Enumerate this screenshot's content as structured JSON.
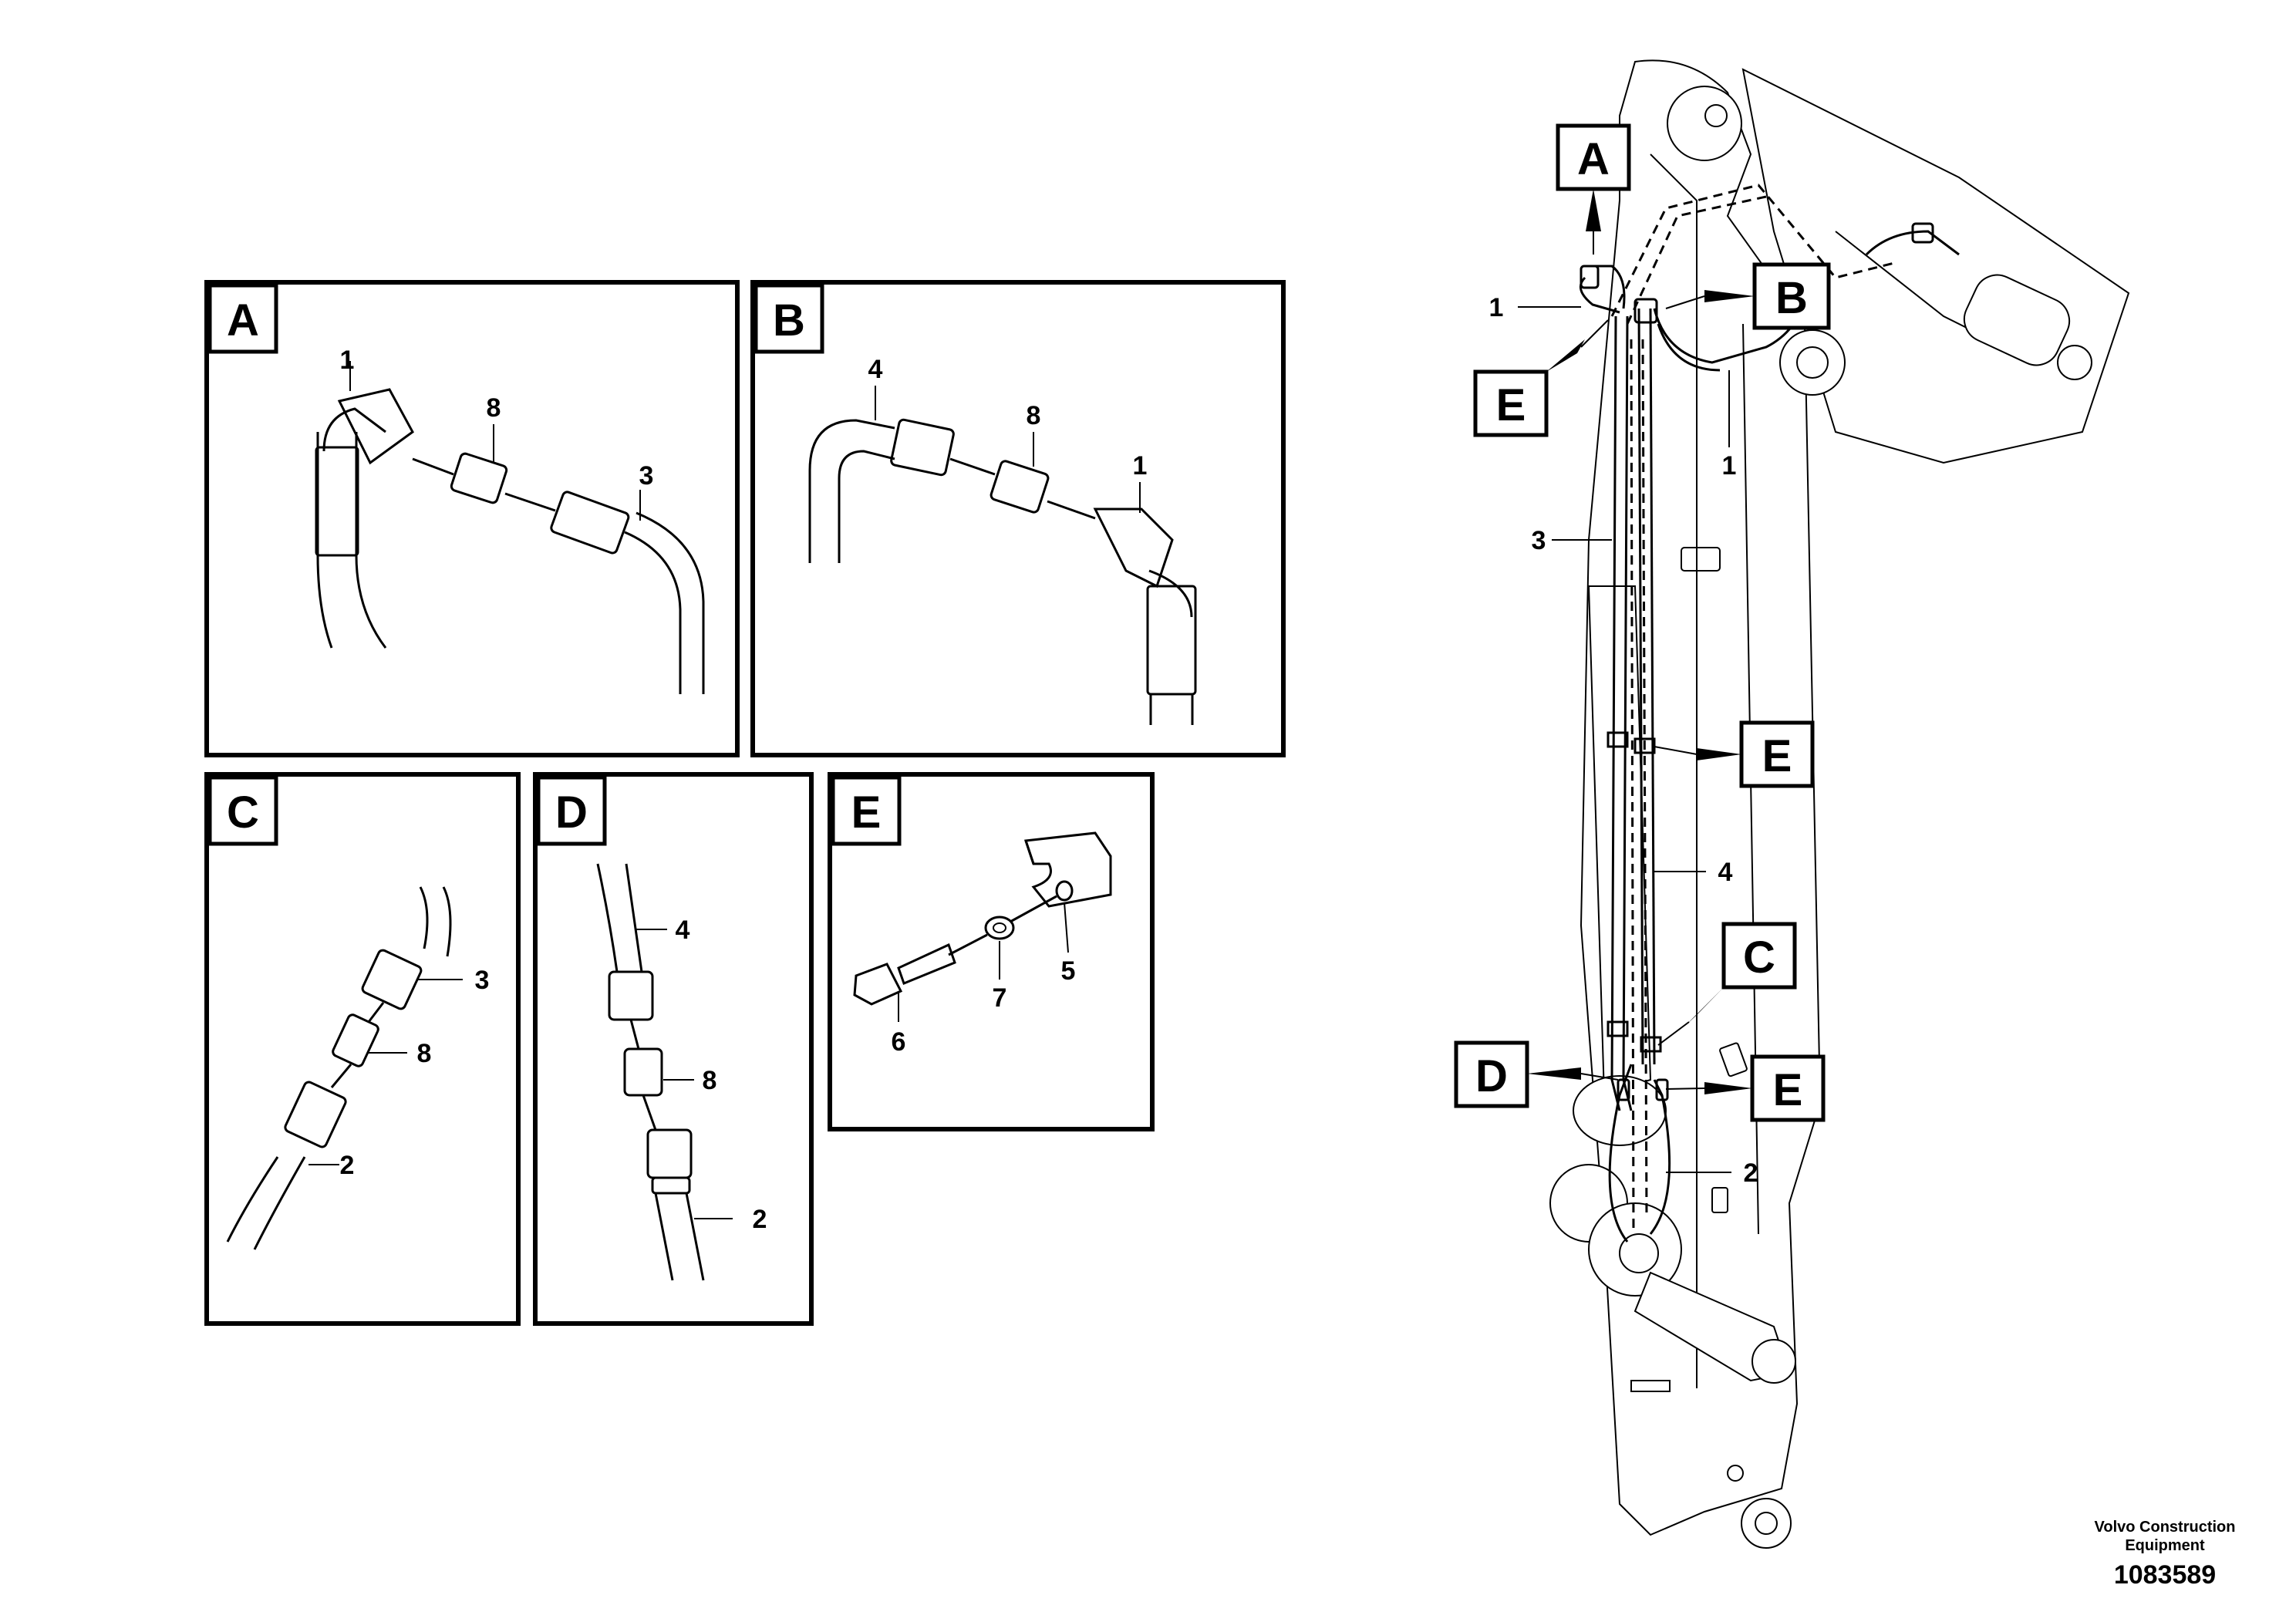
{
  "panels": [
    {
      "id": "A",
      "callouts": [
        "1",
        "8",
        "3"
      ]
    },
    {
      "id": "B",
      "callouts": [
        "4",
        "8",
        "1"
      ]
    },
    {
      "id": "C",
      "callouts": [
        "3",
        "8",
        "2"
      ]
    },
    {
      "id": "D",
      "callouts": [
        "4",
        "8",
        "2"
      ]
    },
    {
      "id": "E",
      "callouts": [
        "5",
        "6",
        "7"
      ]
    }
  ],
  "overview": {
    "tags": [
      "A",
      "B",
      "E",
      "E",
      "C",
      "D",
      "E"
    ],
    "callouts": [
      "1",
      "1",
      "3",
      "4",
      "2"
    ]
  },
  "footer": {
    "company_line1": "Volvo Construction",
    "company_line2": "Equipment",
    "drawing_number": "1083589"
  }
}
